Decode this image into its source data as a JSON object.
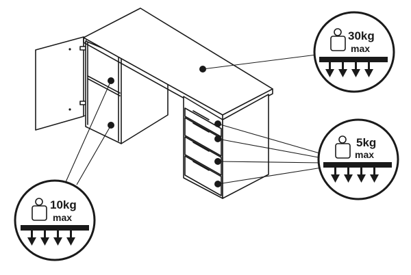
{
  "callouts": {
    "top": {
      "weight": "30kg",
      "label": "max"
    },
    "drawer": {
      "weight": "5kg",
      "label": "max"
    },
    "shelf": {
      "weight": "10kg",
      "label": "max"
    }
  },
  "icons": [
    "weight-icon",
    "down-arrows-icon"
  ],
  "colors": {
    "line": "#1a1a1a",
    "background": "#ffffff"
  }
}
